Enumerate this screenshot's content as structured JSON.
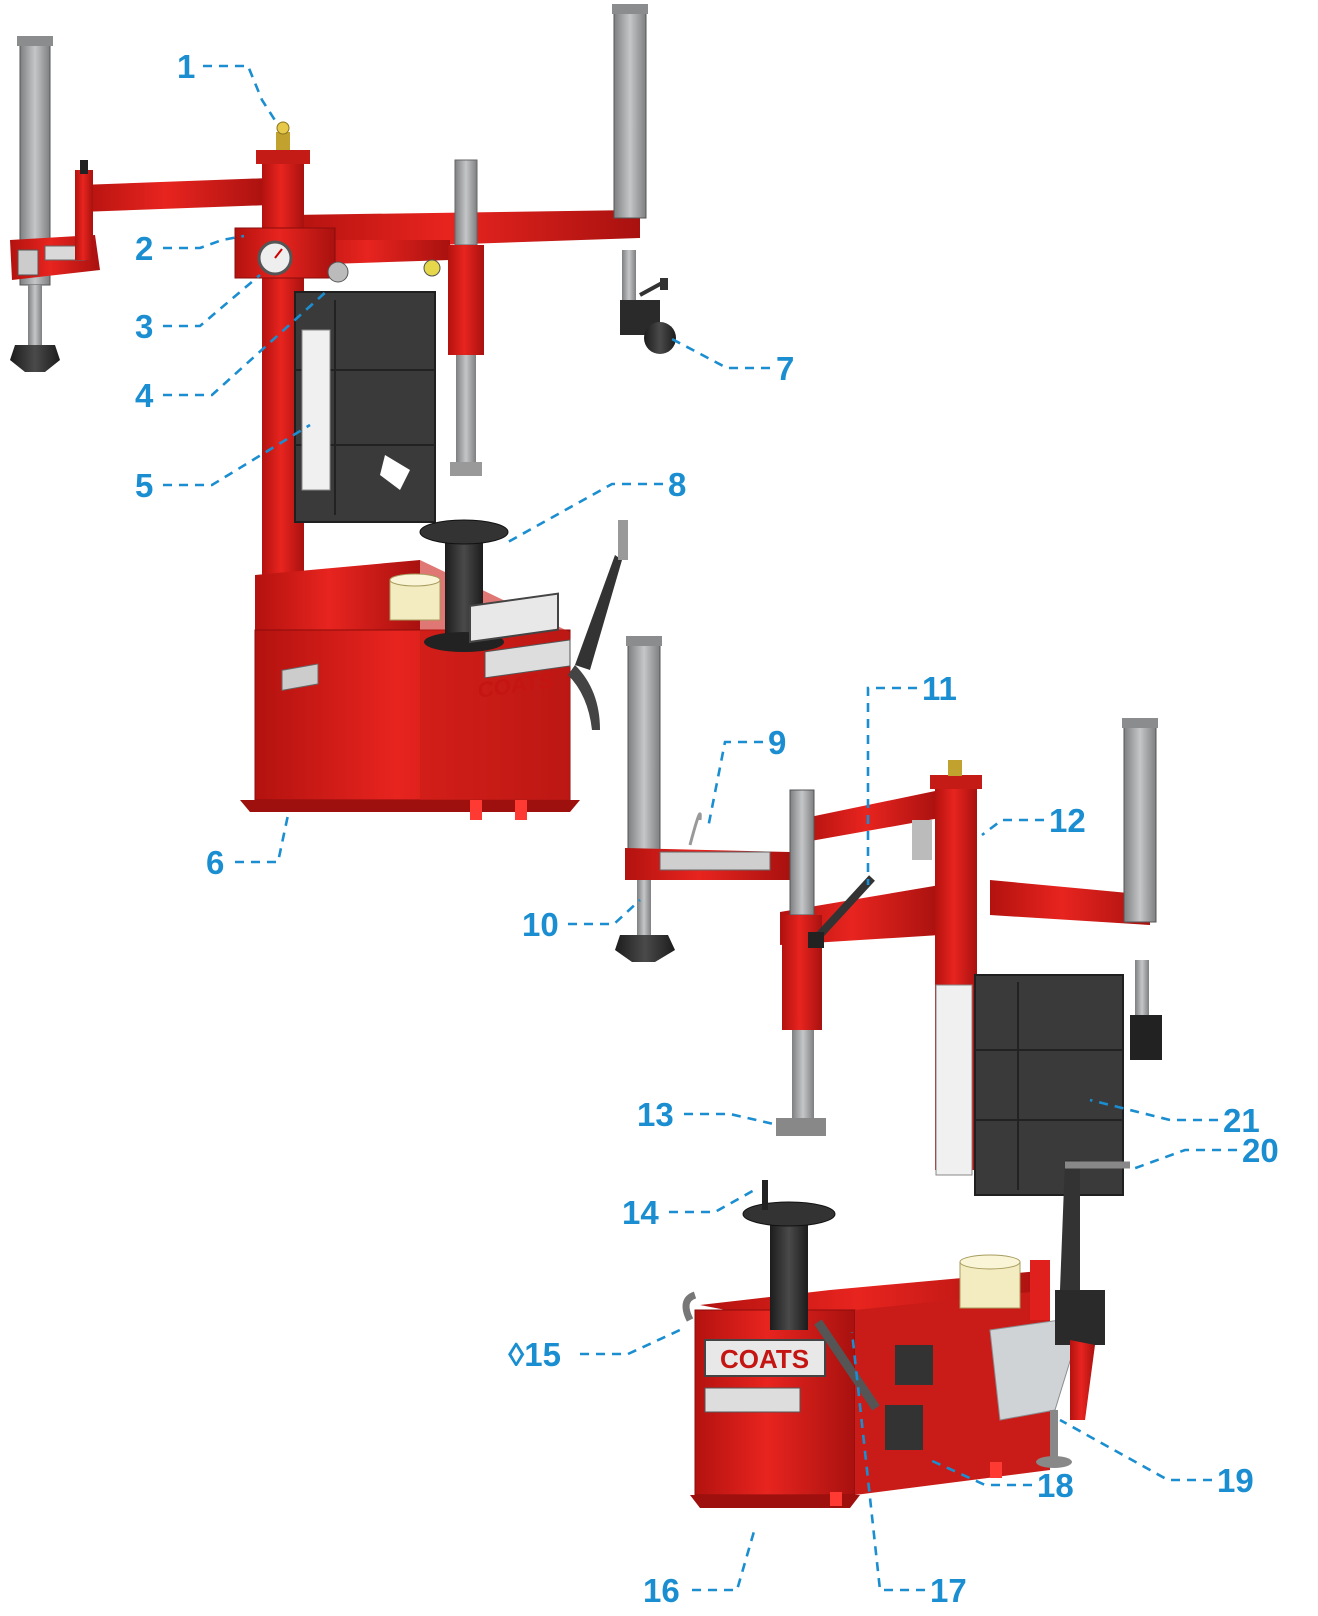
{
  "callouts": [
    {
      "id": "1",
      "label": "1"
    },
    {
      "id": "2",
      "label": "2"
    },
    {
      "id": "3",
      "label": "3"
    },
    {
      "id": "4",
      "label": "4"
    },
    {
      "id": "5",
      "label": "5"
    },
    {
      "id": "6",
      "label": "6"
    },
    {
      "id": "7",
      "label": "7"
    },
    {
      "id": "8",
      "label": "8"
    },
    {
      "id": "9",
      "label": "9"
    },
    {
      "id": "10",
      "label": "10"
    },
    {
      "id": "11",
      "label": "11"
    },
    {
      "id": "12",
      "label": "12"
    },
    {
      "id": "13",
      "label": "13"
    },
    {
      "id": "14",
      "label": "14"
    },
    {
      "id": "15",
      "label": "◊15"
    },
    {
      "id": "16",
      "label": "16"
    },
    {
      "id": "17",
      "label": "17"
    },
    {
      "id": "18",
      "label": "18"
    },
    {
      "id": "19",
      "label": "19"
    },
    {
      "id": "20",
      "label": "20"
    },
    {
      "id": "21",
      "label": "21"
    }
  ],
  "brand": {
    "logo_text": "COATS",
    "panel_text": "COATS"
  },
  "colors": {
    "machine_red": "#e0201c",
    "dark_red": "#a8110f",
    "callout_blue": "#1a8ed0",
    "cylinder_gray": "#9a9c9e",
    "rubber_black": "#2a2a2a",
    "bucket_cream": "#f3ecc0"
  }
}
